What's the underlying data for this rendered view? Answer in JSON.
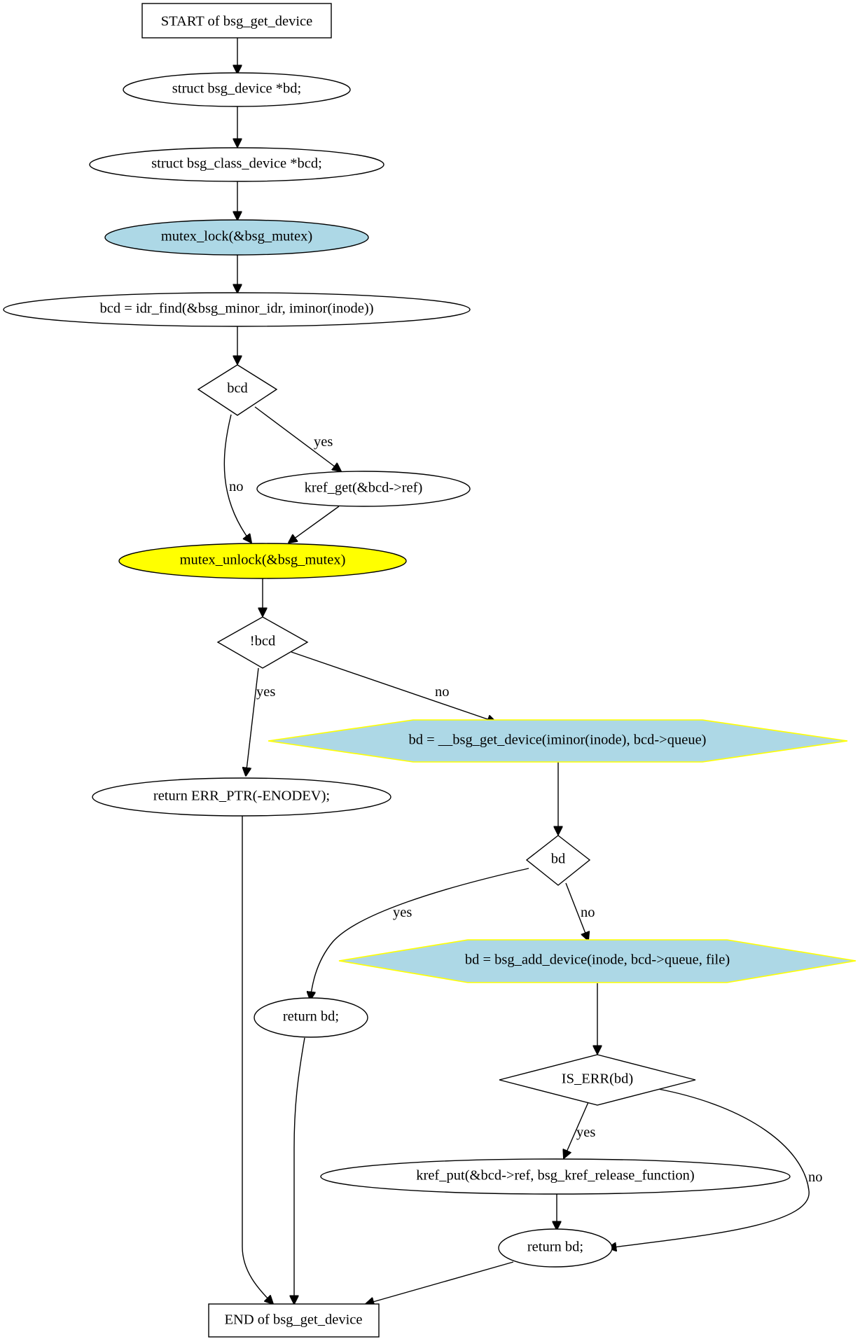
{
  "diagram": {
    "nodes": {
      "start": "START of bsg_get_device",
      "decl_bd": "struct bsg_device *bd;",
      "decl_bcd": "struct bsg_class_device *bcd;",
      "mutex_lock": "mutex_lock(&bsg_mutex)",
      "idr_find": "bcd = idr_find(&bsg_minor_idr, iminor(inode))",
      "cond_bcd": "bcd",
      "kref_get": "kref_get(&bcd->ref)",
      "mutex_unlock": "mutex_unlock(&bsg_mutex)",
      "cond_not_bcd": "!bcd",
      "return_enodev": "return ERR_PTR(-ENODEV);",
      "bsg_get_device": "bd = __bsg_get_device(iminor(inode), bcd->queue)",
      "cond_bd": "bd",
      "return_bd_1": "return bd;",
      "bsg_add_device": "bd = bsg_add_device(inode, bcd->queue, file)",
      "cond_is_err": "IS_ERR(bd)",
      "kref_put": "kref_put(&bcd->ref, bsg_kref_release_function)",
      "return_bd_2": "return bd;",
      "end": "END of bsg_get_device"
    },
    "edge_labels": {
      "bcd_yes": "yes",
      "bcd_no": "no",
      "not_bcd_yes": "yes",
      "not_bcd_no": "no",
      "bd_yes": "yes",
      "bd_no": "no",
      "is_err_yes": "yes",
      "is_err_no": "no"
    },
    "colors": {
      "lightblue_fill": "#add8e6",
      "yellow_fill": "#ffff00",
      "hexagon_stroke": "#ffff00",
      "default_stroke": "#000000"
    }
  }
}
